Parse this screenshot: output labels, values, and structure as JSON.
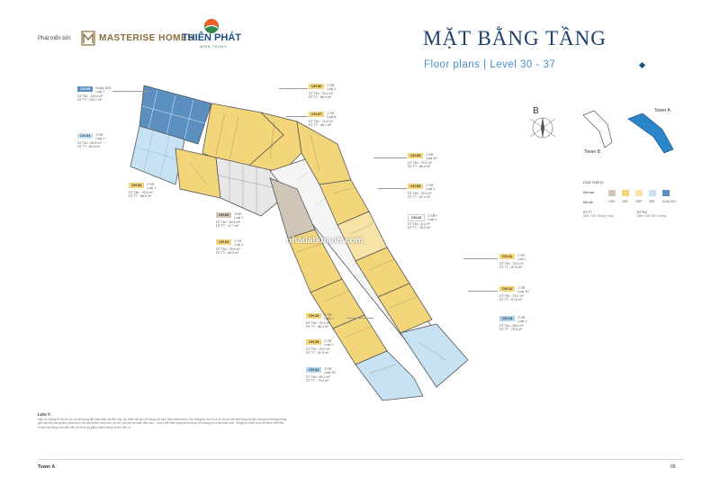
{
  "header": {
    "developer_prefix": "Phát triển bởi",
    "developer_name": "MASTERISE HOMES",
    "partner_name": "THIÊN PHÁT",
    "partner_sub": "MIỀN TRUNG",
    "title": "MẶT BẰNG TẦNG",
    "subtitle": "Floor plans   |   Level  30 - 37"
  },
  "units": [
    {
      "id": "CH.05",
      "type": "DUAL KEY",
      "type2": "Loại 1",
      "tim": "DT Tim : 115.2 m²",
      "tt": "DT TT : 103.7 m²"
    },
    {
      "id": "CH.06",
      "type": "2 SR",
      "type2": "Loại 1",
      "tim": "DT Tim : 76.2 m²",
      "tt": "DT TT : 66.4 m²"
    },
    {
      "id": "CH.07",
      "type": "2 SR",
      "type2": "Loại 6",
      "tim": "DT Tim : 74.4 m²",
      "tt": "DT TT : 66.1 m²"
    },
    {
      "id": "CH.04",
      "type": "3 SR",
      "type2": "Loại 1",
      "tim": "DT Tim : 89.5 m²",
      "tt": "DT TT : 80.6 m²"
    },
    {
      "id": "CH.03",
      "type": "2 SR",
      "type2": "Loại 1",
      "tim": "DT Tim : 76.3 m²",
      "tt": "DT TT : 68.6 m²"
    },
    {
      "id": "CH.02",
      "type": "1SR+",
      "type2": "Loại 1",
      "tim": "DT Tim : 52.8 m²",
      "tt": "DT TT : 47.7 m²"
    },
    {
      "id": "CH.01",
      "type": "2 SR",
      "type2": "Loại 1",
      "tim": "DT Tim : 75.6 m²",
      "tt": "DT TT : 68.0 m²"
    },
    {
      "id": "CH.08",
      "type": "2 SR",
      "type2": "Loại 1H",
      "tim": "DT Tim : 75.1 m²",
      "tt": "DT TT : 66.9 m²"
    },
    {
      "id": "CH.09",
      "type": "2 SR",
      "type2": "Loại 1",
      "tim": "DT Tim : 75.3 m²",
      "tt": "DT TT : 67.4 m²"
    },
    {
      "id": "CH.10",
      "type": "2 SR+",
      "type2": "Loại 1",
      "tim": "DT Tim : 8.1 m²",
      "tt": "DT TT : 76.9 m²"
    },
    {
      "id": "CH.11",
      "type": "2 SR",
      "type2": "Loại 1",
      "tim": "DT Tim : 75.0 m²",
      "tt": "DT TT : 67.6 m²"
    },
    {
      "id": "CH.12",
      "type": "2 SR",
      "type2": "Loại 1H",
      "tim": "DT Tim : 75.1 m²",
      "tt": "DT TT : 67.6 m²"
    },
    {
      "id": "CH.13",
      "type": "3 SR",
      "type2": "Loại 1",
      "tim": "DT Tim : 88.9 m²",
      "tt": "DT TT : 79.6 m²"
    },
    {
      "id": "CH.16",
      "type": "2 SR",
      "type2": "Loại 1",
      "tim": "DT Tim : 76.1 m²",
      "tt": "DT TT : 66.3 m²"
    },
    {
      "id": "CH.15",
      "type": "2 SR",
      "type2": "Loại 1",
      "tim": "DT Tim : 75.0 m²",
      "tt": "DT TT : 67.5 m²"
    },
    {
      "id": "CH.14",
      "type": "3 SR",
      "type2": "Loại 1H",
      "tim": "DT Tim : 89.1 m²",
      "tt": "DT TT : 79.9 m²"
    }
  ],
  "keyplan": {
    "compass_letter": "B",
    "tower_a": "Tower A",
    "tower_b": "Tower B"
  },
  "legend": {
    "title": "CHÚ THÍCH:",
    "row1_label": "Mã màu",
    "row2_label": "Mã căn",
    "types": [
      "1SR+",
      "2SR",
      "2SR+",
      "3SR",
      "DUAL KEY"
    ],
    "colors": [
      "#cfc6b8",
      "#f4d67a",
      "#f7e3a5",
      "#c7e2f3",
      "#5a8fc0"
    ],
    "dt_tt": "DT TT",
    "dt_tt_desc": "Diện Tích Thông Thuỷ",
    "dt_tim": "DT Tim",
    "dt_tim_desc": "Diện Tích Tim Tường"
  },
  "notes": {
    "title": "LƯU Ý:",
    "body": "Mặc dù chúng tôi đã nỗ lực và cẩn trọng để hoàn thiện tài liệu này, tuy nhiên tài liệu chỉ dùng với mục đích tham khảo. Các thông tin mô tả và dự án và căn nhà trong tài liệu bao gồm nhưng không giới hạn tên sản phẩm, phân khu, mã sản phẩm, hình ảnh, sơ đồ, kết cấu nội thất, diện tích... được thể hiện trong tài liệu này chỉ mang tính chất minh họa. Thông tin chính thức sẽ được thể hiện trong hợp đồng mua bán căn hộ được ký giữa khách hàng và chủ đầu tư."
  },
  "footer": {
    "left": "Tower A",
    "right": "09"
  },
  "watermark": "nhadatkhanh.com"
}
